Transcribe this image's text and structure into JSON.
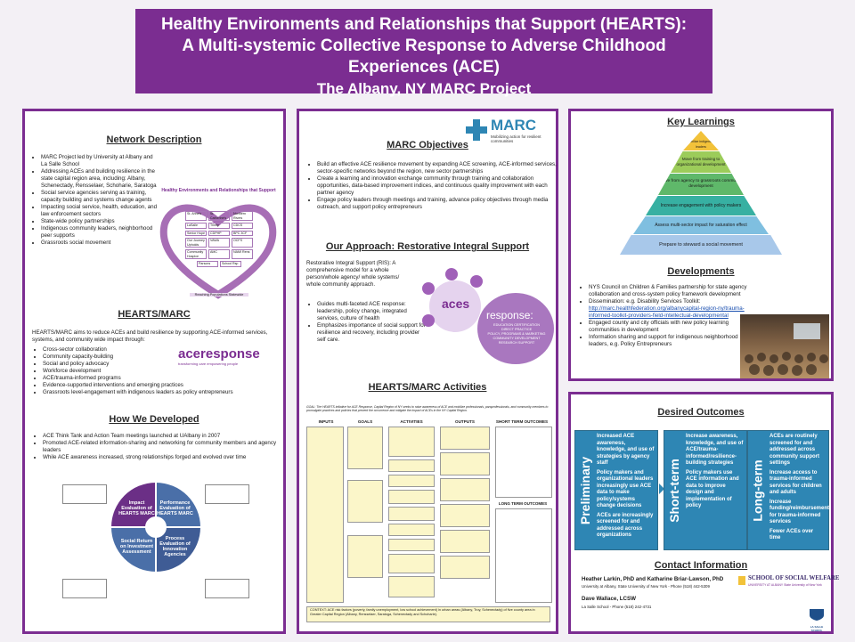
{
  "header": {
    "line1": "Healthy Environments and Relationships that Support (HEARTS):",
    "line2": "A Multi-systemic Collective Response to Adverse Childhood Experiences (ACE)",
    "line3": "The Albany, NY MARC Project"
  },
  "network": {
    "title": "Network Description",
    "items": [
      "MARC Project led by University at Albany and La Salle School",
      "Addressing ACEs and building resilience in the state capital region area, including: Albany, Schenectady, Rensselaer, Schoharie, Saratoga",
      "Social service agencies serving as training, capacity building and systems change agents",
      "Impacting social service, health, education, and law enforcement sectors",
      "State-wide policy partnerships",
      "Indigenous community leaders, neighborhood peer supports",
      "Grassroots social movement"
    ],
    "heart_title": "Healthy Environments and Relationships that Support",
    "heart_cells": [
      "St. Anne's",
      "St. Catherine's",
      "Northern Rivers",
      "LaSalle",
      "Trinity",
      "CDCS",
      "Senior Hope",
      "CDPHP",
      "BPC 3CF",
      "Our Journey Upholds",
      "VAWA",
      "OCFS",
      "Community Hospice",
      "AMC",
      "NAMI Rens",
      "Parsons",
      "School Rsp"
    ],
    "heart_caption": "Reaching Populations Statewide"
  },
  "hearts_marc": {
    "title": "HEARTS/MARC",
    "intro": "HEARTS/MARC aims to reduce ACEs and build resilience by supporting ACE-informed services, systems, and community wide impact through:",
    "items": [
      "Cross-sector collaboration",
      "Community capacity-building",
      "Social and policy advocacy",
      "Workforce development",
      "ACE/trauma-informed programs",
      "Evidence-supported interventions and emerging practices",
      "Grassroots level-engagement with indigenous leaders as policy entrepreneurs"
    ],
    "logo_text": "aceresponse",
    "logo_tag": "transforming care   empowering people"
  },
  "how": {
    "title": "How We Developed",
    "items": [
      "ACE Think Tank and Action Team meetings launched at UAlbany in 2007",
      "Promoted ACE-related information-sharing and networking for community members and agency leaders",
      "While ACE awareness increased, strong relationships forged and evolved over time"
    ],
    "circle": [
      "Impact Evaluation of HEARTS MARC",
      "Performance Evaluation of HEARTS MARC",
      "Social Return on Investment Assessment",
      "Process Evaluation of Innovation Agencies"
    ]
  },
  "objectives": {
    "title": "MARC Objectives",
    "logo": "MARC",
    "logo_sub": "Mobilizing action for resilient communities",
    "items": [
      "Build an effective ACE resilience movement by expanding ACE screening, ACE-informed services, sector-specific networks beyond the region, new sector partnerships",
      "Create a learning and innovation exchange community through training and collaboration opportunities, data-based improvement indices, and continuous quality improvement with each partner agency",
      "Engage policy leaders through meetings and training, advance policy objectives through media outreach, and support policy entrepreneurs"
    ]
  },
  "approach": {
    "title": "Our Approach: Restorative Integral Support",
    "intro": "Restorative Integral Support (RIS): A comprehensive model for a whole person/whole agency/ whole systems/ whole community approach.",
    "items": [
      "Guides multi-faceted ACE response: leadership, policy change, integrated services, culture of health",
      "Emphasizes importance of social support for resilience and recovery, including provider self care."
    ],
    "aces": "aces",
    "response": "response:",
    "response_lines": [
      "EDUCATION CERTIFICATION",
      "DIRECT PRACTICE",
      "POLICY, PROGRAMS & MARKETING",
      "COMMUNITY DEVELOPMENT",
      "RESEARCH SUPPORT"
    ]
  },
  "activities": {
    "title": "HEARTS/MARC Activities",
    "goal": "GOAL: The HEARTS initiative for ACE Response, Capital Region of NY seeks to raise awareness of ACE and mobilize professionals, paraprofessionals, and community members to promulgate practices and policies that prevent the occurrence and mitigate the impact of ACEs in the NY Capital Region.",
    "cols": [
      "INPUTS",
      "GOALS",
      "ACTIVITIES",
      "OUTPUTS",
      "SHORT TERM OUTCOMES"
    ],
    "long_term": "LONG TERM OUTCOMES",
    "context": "CONTEXT: ACE risk factors (poverty, family unemployment, low school achievement) in urban areas (Albany, Troy, Schenectady) of five county area in Greater Capital Region (Albany, Rensselaer, Saratoga, Schenectady and Schoharie)."
  },
  "learnings": {
    "title": "Key Learnings",
    "pyramid": [
      "Mobilize indigenous leaders",
      "Move from training to organizational development",
      "Move from agency to grassroots community development",
      "Increase engagement with policy makers",
      "Assess multi-sector impact for saturation effect",
      "Prepare to steward a social movement"
    ]
  },
  "developments": {
    "title": "Developments",
    "items": [
      "NYS Council on Children & Families partnership for state agency collaboration and cross-system policy framework development",
      "Dissemination: e.g. Disability Services Toolkit:",
      "Engaged county and city officials with new policy learning communities in development",
      "Information sharing and support for indigenous neighborhood leaders, e.g. Policy Entrepreneurs"
    ],
    "link": "http://marc.healthfederation.org/albanycapital-region-ny/trauma-informed-toolkit-providers-field-intellectual-developmental"
  },
  "outcomes": {
    "title": "Desired Outcomes",
    "preliminary_label": "Preliminary",
    "preliminary": [
      "Increased ACE awareness, knowledge, and use of strategies by agency staff",
      "Policy makers and organizational leaders increasingly use ACE data to make policy/systems change decisions",
      "ACEs are increasingly screened for and addressed across organizations"
    ],
    "short_label": "Short-term",
    "short": [
      "Increase awareness, knowledge, and use of ACE/trauma-informed/resilience-building strategies",
      "Policy makers use ACE information and data to improve design and implementation of policy"
    ],
    "long_label": "Long-term",
    "long": [
      "ACEs are routinely screened for and addressed across community support settings",
      "Increase access to trauma-informed services for children and adults",
      "Increase funding/reimbursement for trauma-informed services",
      "Fewer ACEs over time"
    ]
  },
  "contact": {
    "title": "Contact Information",
    "names": "Heather Larkin, PhD and Katharine Briar-Lawson, PhD",
    "org1": "University at Albany, State University of New York - Phone (518) 442-5309",
    "name2": "Dave Wallace, LCSW",
    "org2": "La Salle School - Phone (518) 242-4731",
    "school": "SCHOOL OF SOCIAL WELFARE",
    "school_sub": "UNIVERSITY AT ALBANY State University of New York",
    "lasalle": "LA SALLE SCHOOL"
  },
  "colors": {
    "purple": "#7b2d91",
    "blue": "#2e86b4",
    "orange": "#f2a02b",
    "green": "#3aa357",
    "teal": "#2aa7a8"
  }
}
